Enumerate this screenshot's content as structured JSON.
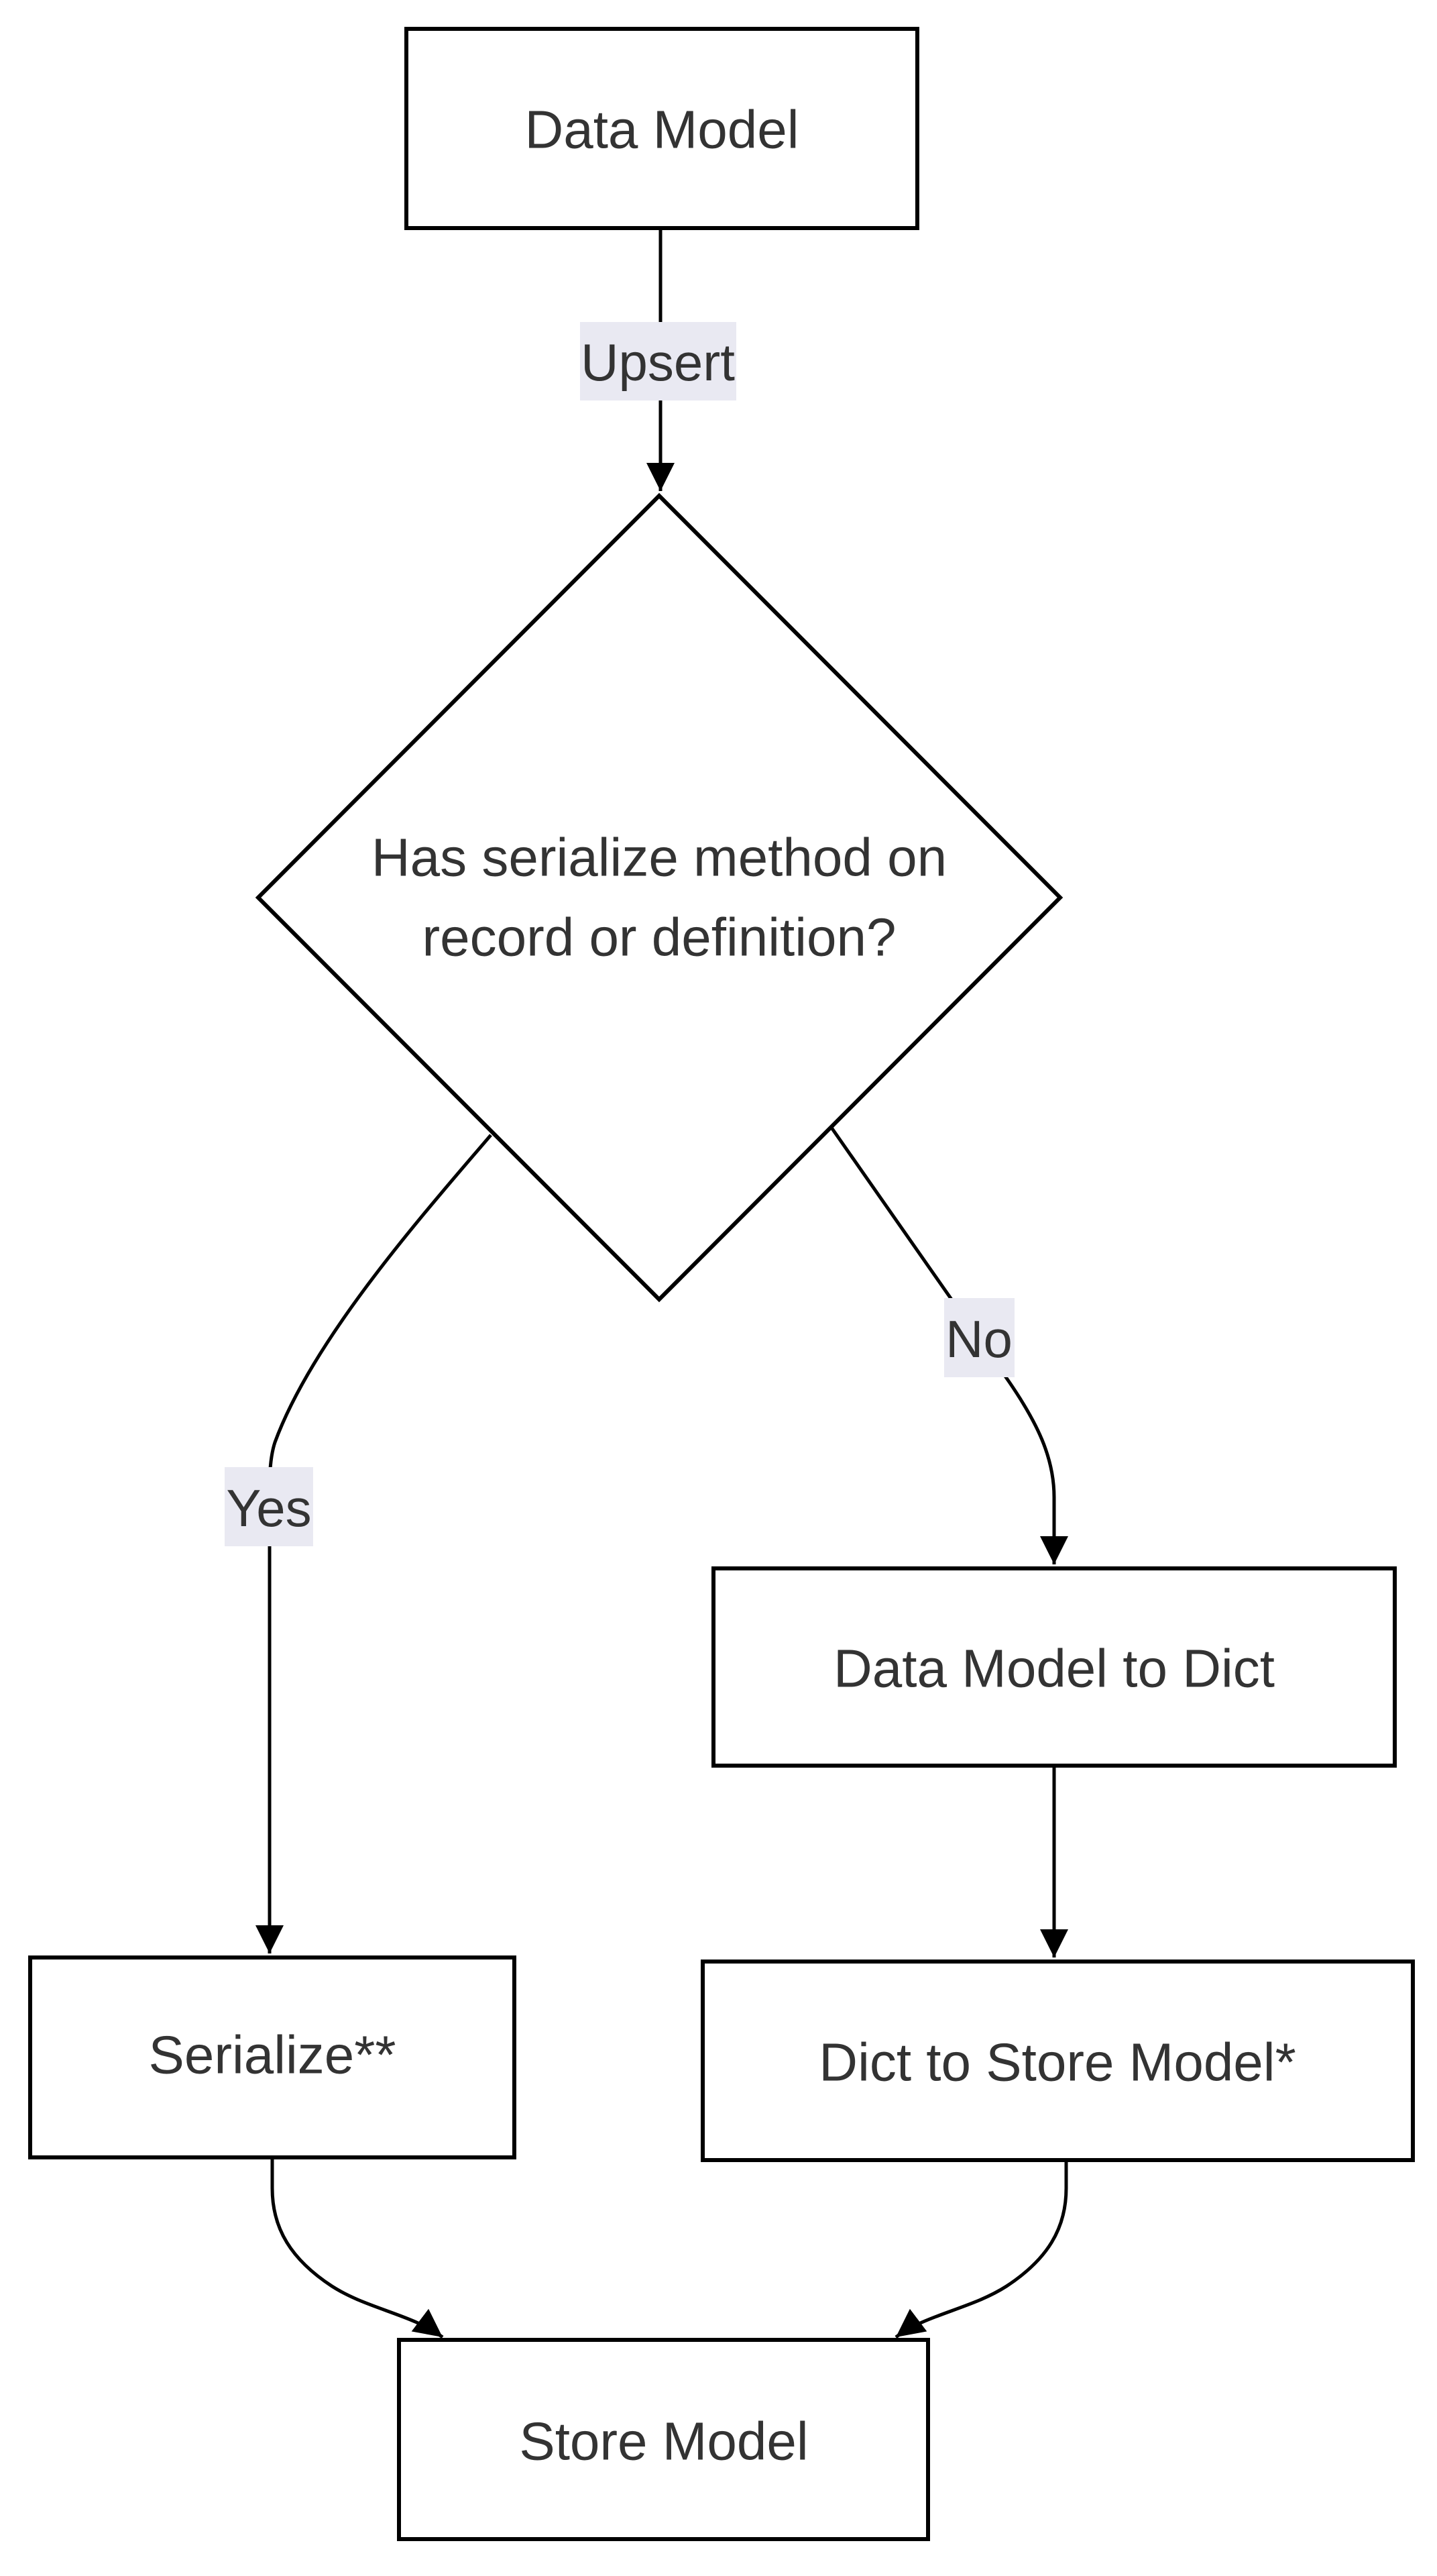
{
  "diagram": {
    "type": "flowchart",
    "nodes": {
      "data_model": {
        "label": "Data Model"
      },
      "decision": {
        "label_line1": "Has serialize method on",
        "label_line2": "record or definition?"
      },
      "data_model_to_dict": {
        "label": "Data Model to Dict"
      },
      "serialize": {
        "label": "Serialize**"
      },
      "dict_to_store_model": {
        "label": "Dict to Store Model*"
      },
      "store_model": {
        "label": "Store Model"
      }
    },
    "edge_labels": {
      "upsert": "Upsert",
      "yes": "Yes",
      "no": "No"
    },
    "colors": {
      "background": "#ffffff",
      "node_fill": "#ffffff",
      "node_stroke": "#000000",
      "edge_stroke": "#000000",
      "text": "#333333",
      "edge_label_bg": "#e9e9f2"
    }
  }
}
